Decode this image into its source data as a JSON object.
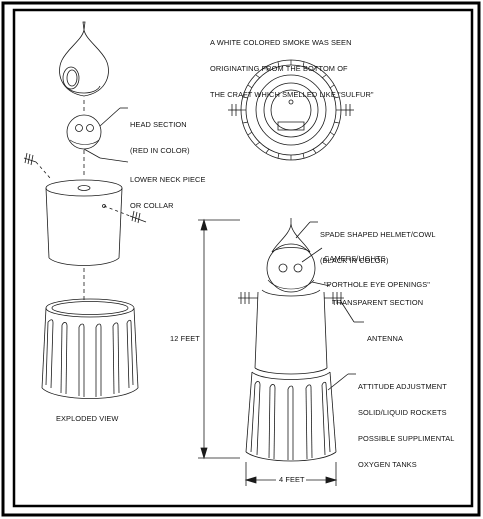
{
  "notes": {
    "smoke": [
      "A WHITE COLORED SMOKE WAS SEEN",
      "ORIGINATING FROM THE BOTTOM OF",
      "THE CRAFT WHICH SMELLED LIKE \"SULFUR\""
    ]
  },
  "labels": {
    "head_section": [
      "HEAD SECTION",
      "(RED IN COLOR)"
    ],
    "lower_neck": [
      "LOWER NECK PIECE",
      "OR COLLAR"
    ],
    "spade_helmet": [
      "SPADE SHAPED HELMET/COWL",
      "(BLACK IN COLOR)"
    ],
    "cameras": [
      "CAMERS/LIGHTS",
      "\"PORTHOLE EYE OPENINGS\""
    ],
    "transparent": [
      "TRANSPARENT SECTION"
    ],
    "antenna": [
      "ANTENNA"
    ],
    "attitude": [
      "ATTITUDE ADJUSTMENT",
      "SOLID/LIQUID ROCKETS",
      "POSSIBLE SUPPLIMENTAL",
      "OXYGEN TANKS"
    ],
    "exploded_view": "EXPLODED VIEW",
    "height_dim": "12 FEET",
    "width_dim": "4 FEET"
  },
  "colors": {
    "line": "#1a1a1a",
    "border": "#000000",
    "paper": "#ffffff"
  }
}
